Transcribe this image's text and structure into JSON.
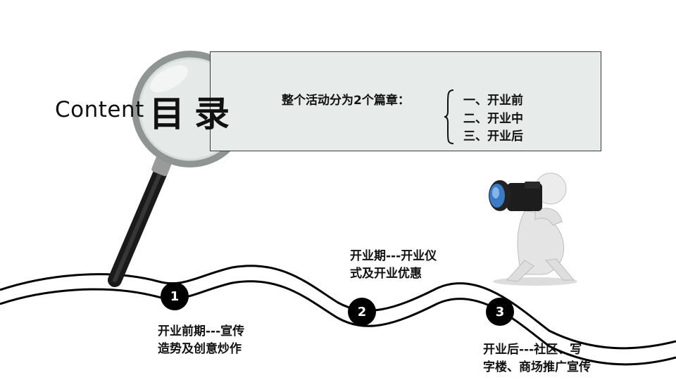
{
  "title": {
    "en": "Content",
    "zh": "目录"
  },
  "intro": "整个活动分为2个篇章：",
  "chapters": [
    "一、开业前",
    "二、开业中",
    "三、开业后"
  ],
  "timeline": [
    {
      "number": "1",
      "lines": [
        "开业前期---宣传",
        "造势及创意炒作"
      ]
    },
    {
      "number": "2",
      "lines": [
        "开业期---开业仪",
        "式及开业优惠"
      ]
    },
    {
      "number": "3",
      "lines": [
        "开业后---社区、写",
        "字楼、商场推广宣传"
      ]
    }
  ],
  "icons": [
    "magnifying-glass-icon",
    "photographer-figure-icon"
  ]
}
